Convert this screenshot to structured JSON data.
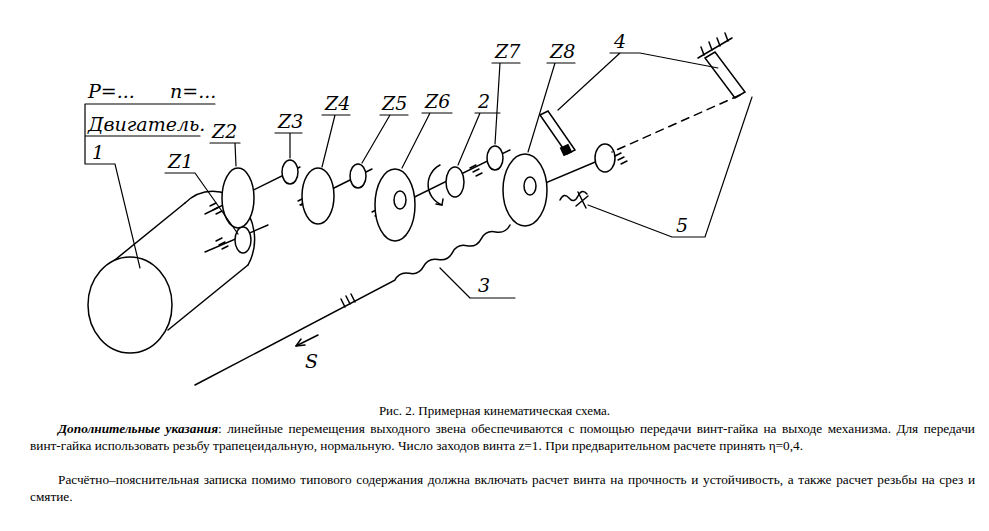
{
  "diagram": {
    "caption": "Рис. 2. Примерная кинематическая схема.",
    "labels": [
      "P=...",
      "n=...",
      "Двигатель.",
      "1",
      "Z1",
      "Z2",
      "Z3",
      "Z4",
      "Z5",
      "Z6",
      "2",
      "Z7",
      "Z8",
      "4",
      "3",
      "5",
      "S",
      "Дополнительные указания",
      ": линейные перемещения выходного звена обеспечиваются с помощью передачи винт-гайка на выходе механизма. Для передачи винт-гайка использовать резьбу трапецеидальную, нормальную. Число заходов винта z=1. При предварительном расчете принять η=0,4.",
      "Расчётно–пояснительная записка помимо типового содержания должна включать расчет винта на прочность и устойчивость, а также расчет резьбы на срез и смятие."
    ]
  }
}
